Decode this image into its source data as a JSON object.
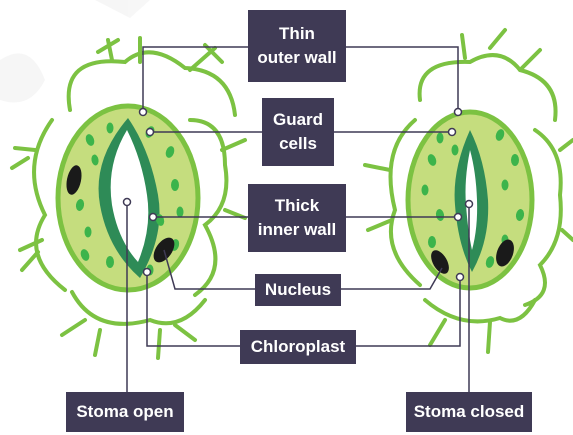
{
  "labels": {
    "thin_outer_wall": [
      "Thin",
      "outer wall"
    ],
    "guard_cells": [
      "Guard",
      "cells"
    ],
    "thick_inner_wall": [
      "Thick",
      "inner wall"
    ],
    "nucleus": "Nucleus",
    "chloroplast": "Chloroplast",
    "stoma_open": "Stoma open",
    "stoma_closed": "Stoma closed"
  },
  "colors": {
    "label_bg": "#3f3a55",
    "label_text": "#ffffff",
    "cell_outline": "#7cc242",
    "guard_cell_fill": "#c5dd7e",
    "inner_wall": "#2e8b57",
    "chloroplast": "#3cb44b",
    "nucleus": "#1a1a1a",
    "leader_line": "#3f3a55"
  }
}
